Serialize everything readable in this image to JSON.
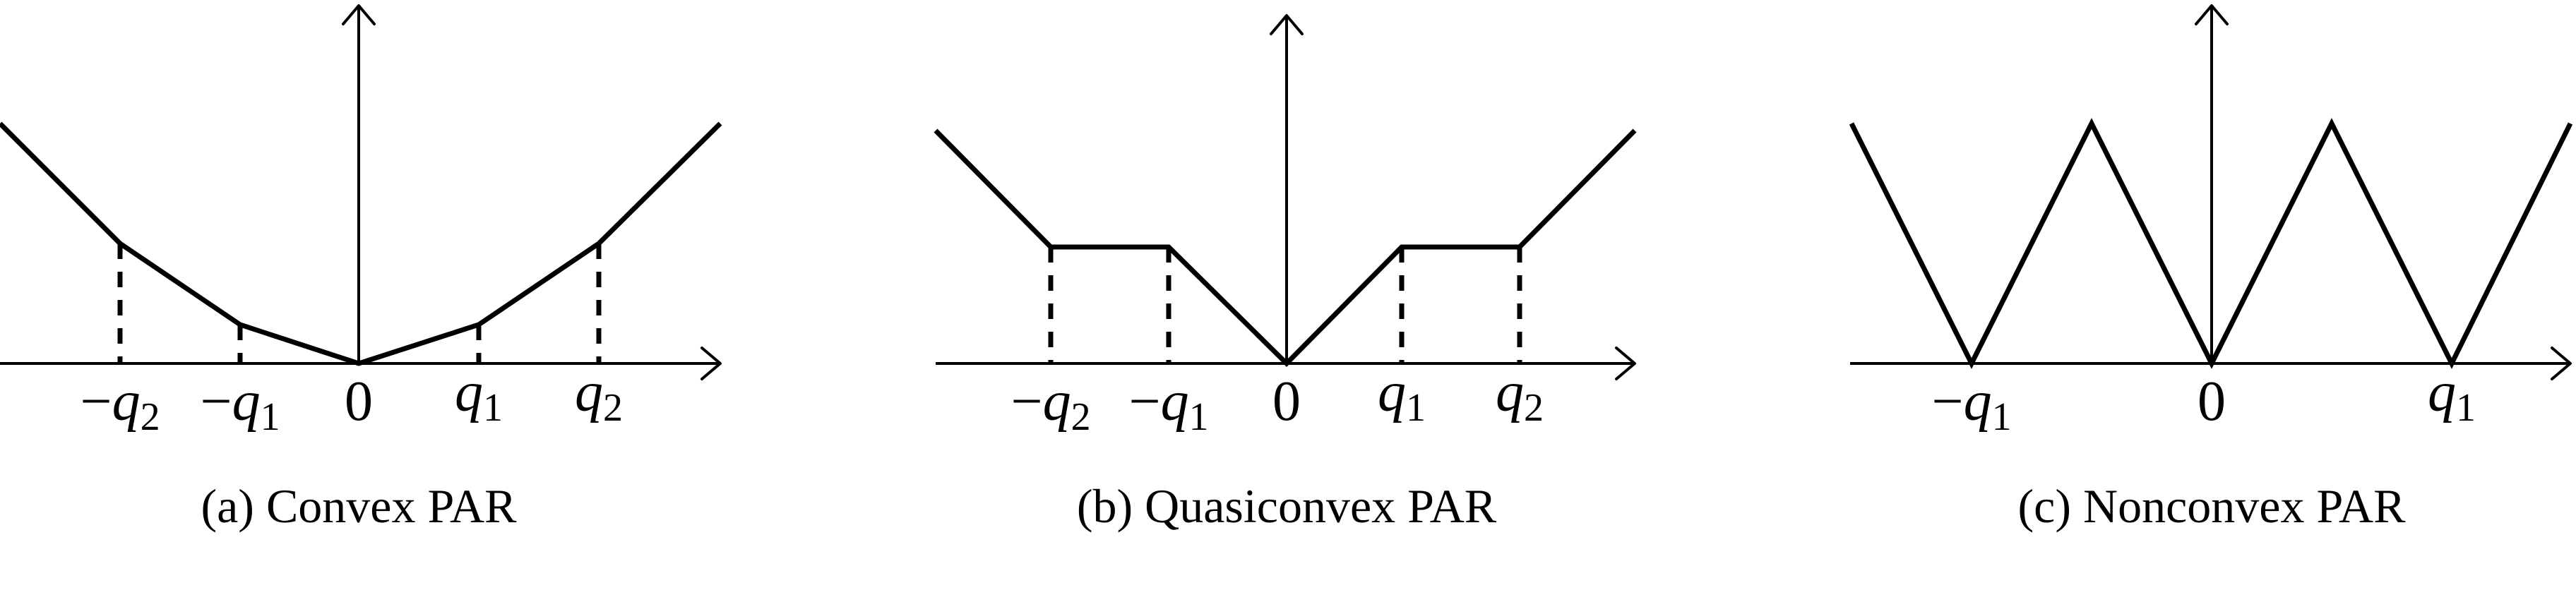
{
  "panels": [
    {
      "id": "a",
      "caption": "(a) Convex PAR",
      "ticks": [
        {
          "minus": "−",
          "var": "q",
          "sub": "2"
        },
        {
          "minus": "−",
          "var": "q",
          "sub": "1"
        },
        {
          "minus": "",
          "var": "",
          "sub": "",
          "plain": "0"
        },
        {
          "minus": "",
          "var": "q",
          "sub": "1"
        },
        {
          "minus": "",
          "var": "q",
          "sub": "2"
        }
      ]
    },
    {
      "id": "b",
      "caption": "(b) Quasiconvex PAR",
      "ticks": [
        {
          "minus": "−",
          "var": "q",
          "sub": "2"
        },
        {
          "minus": "−",
          "var": "q",
          "sub": "1"
        },
        {
          "minus": "",
          "var": "",
          "sub": "",
          "plain": "0"
        },
        {
          "minus": "",
          "var": "q",
          "sub": "1"
        },
        {
          "minus": "",
          "var": "q",
          "sub": "2"
        }
      ]
    },
    {
      "id": "c",
      "caption": "(c) Nonconvex PAR",
      "ticks": [
        {
          "minus": "−",
          "var": "q",
          "sub": "1"
        },
        {
          "minus": "",
          "var": "",
          "sub": "",
          "plain": "0"
        },
        {
          "minus": "",
          "var": "q",
          "sub": "1"
        }
      ]
    }
  ]
}
